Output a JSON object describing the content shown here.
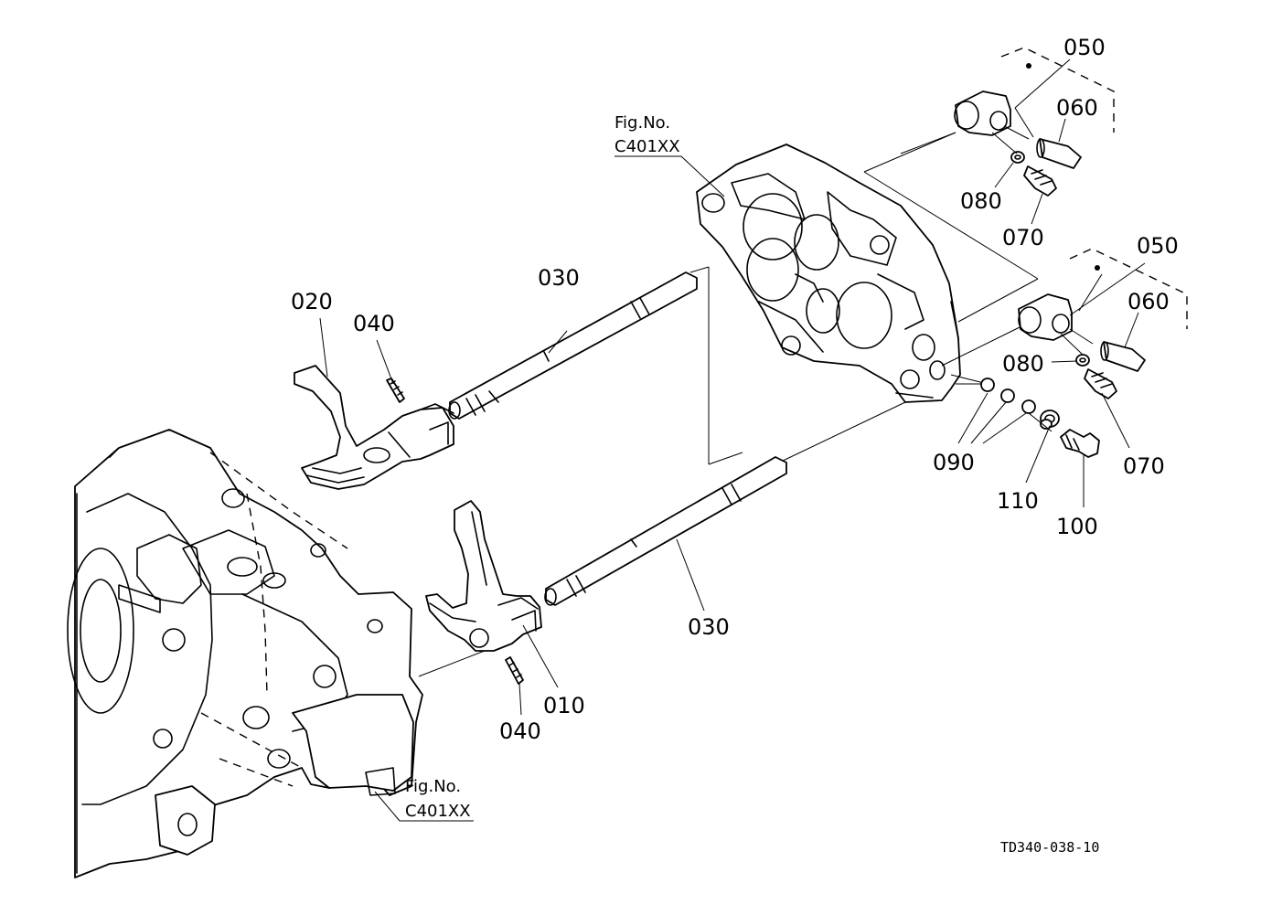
{
  "labels": {
    "p050_top": "050",
    "p060_top": "060",
    "p080_top": "080",
    "p070_top": "070",
    "p050_mid": "050",
    "p060_mid": "060",
    "p080_mid": "080",
    "p070_mid": "070",
    "p030_top": "030",
    "p020": "020",
    "p040_top": "040",
    "p090": "090",
    "p110": "110",
    "p100": "100",
    "p030_bottom": "030",
    "p010": "010",
    "p040_bottom": "040"
  },
  "figure_refs": {
    "top": {
      "line1": "Fig.No.",
      "line2": "C401XX"
    },
    "bottom": {
      "line1": "Fig.No.",
      "line2": "C401XX"
    }
  },
  "drawing_code": "TD340-038-10"
}
